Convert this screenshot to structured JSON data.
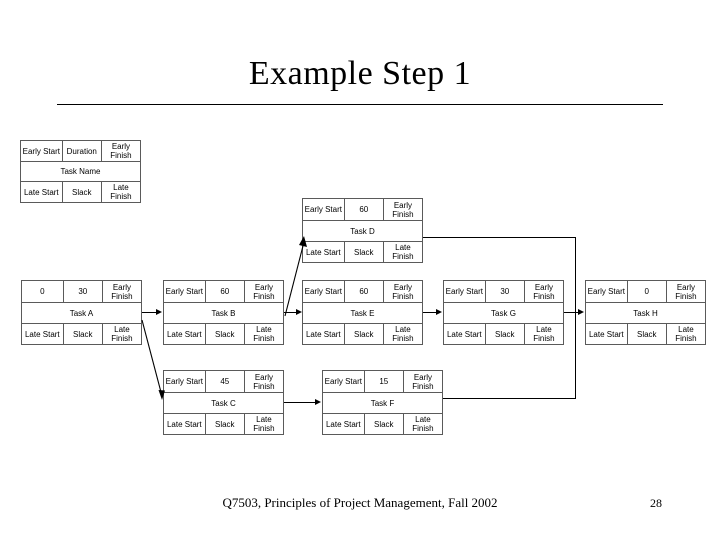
{
  "slide": {
    "title": "Example Step 1",
    "footer": "Q7503, Principles of Project Management, Fall 2002",
    "page_number": "28"
  },
  "legend": {
    "name": "legend-box",
    "early_start": "Early Start",
    "duration": "Duration",
    "early_finish": "Early\nFinish",
    "task_name": "Task Name",
    "late_start": "Late Start",
    "slack": "Slack",
    "late_finish": "Late\nFinish"
  },
  "labels": {
    "early_start": "Early Start",
    "early_finish": "Early\nFinish",
    "late_start": "Late Start",
    "slack": "Slack",
    "late_finish": "Late\nFinish"
  },
  "nodes": [
    {
      "id": "A",
      "name": "Task A",
      "early_start": "0",
      "duration": "30",
      "early_finish": "Early\nFinish",
      "late_start": "Late Start",
      "slack": "Slack",
      "late_finish": "Late\nFinish"
    },
    {
      "id": "B",
      "name": "Task B",
      "early_start": "Early Start",
      "duration": "60",
      "early_finish": "Early\nFinish",
      "late_start": "Late Start",
      "slack": "Slack",
      "late_finish": "Late\nFinish"
    },
    {
      "id": "C",
      "name": "Task C",
      "early_start": "Early Start",
      "duration": "45",
      "early_finish": "Early\nFinish",
      "late_start": "Late Start",
      "slack": "Slack",
      "late_finish": "Late\nFinish"
    },
    {
      "id": "D",
      "name": "Task D",
      "early_start": "Early Start",
      "duration": "60",
      "early_finish": "Early\nFinish",
      "late_start": "Late Start",
      "slack": "Slack",
      "late_finish": "Late\nFinish"
    },
    {
      "id": "E",
      "name": "Task E",
      "early_start": "Early Start",
      "duration": "60",
      "early_finish": "Early\nFinish",
      "late_start": "Late Start",
      "slack": "Slack",
      "late_finish": "Late\nFinish"
    },
    {
      "id": "F",
      "name": "Task F",
      "early_start": "Early Start",
      "duration": "15",
      "early_finish": "Early\nFinish",
      "late_start": "Late Start",
      "slack": "Slack",
      "late_finish": "Late\nFinish"
    },
    {
      "id": "G",
      "name": "Task G",
      "early_start": "Early Start",
      "duration": "30",
      "early_finish": "Early\nFinish",
      "late_start": "Late Start",
      "slack": "Slack",
      "late_finish": "Late\nFinish"
    },
    {
      "id": "H",
      "name": "Task H",
      "early_start": "Early Start",
      "duration": "0",
      "early_finish": "Early\nFinish",
      "late_start": "Late Start",
      "slack": "Slack",
      "late_finish": "Late\nFinish"
    }
  ],
  "edges": [
    {
      "from": "A",
      "to": "B"
    },
    {
      "from": "A",
      "to": "C"
    },
    {
      "from": "B",
      "to": "D"
    },
    {
      "from": "B",
      "to": "E"
    },
    {
      "from": "C",
      "to": "F"
    },
    {
      "from": "D",
      "to": "H"
    },
    {
      "from": "E",
      "to": "G"
    },
    {
      "from": "F",
      "to": "H"
    },
    {
      "from": "G",
      "to": "H"
    }
  ]
}
